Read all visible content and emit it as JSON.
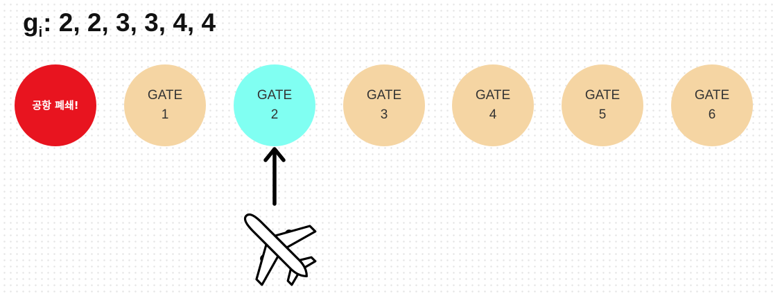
{
  "title": {
    "prefix": "g",
    "subscript": "i",
    "sequence": ": 2, 2, 3, 3, 4, 4"
  },
  "closed_node": {
    "label": "공항 폐쇄!",
    "color": "#e8141f"
  },
  "gates": [
    {
      "label": "GATE",
      "number": "1",
      "active": false
    },
    {
      "label": "GATE",
      "number": "2",
      "active": true
    },
    {
      "label": "GATE",
      "number": "3",
      "active": false
    },
    {
      "label": "GATE",
      "number": "4",
      "active": false
    },
    {
      "label": "GATE",
      "number": "5",
      "active": false
    },
    {
      "label": "GATE",
      "number": "6",
      "active": false
    }
  ],
  "colors": {
    "gate": "#f5d5a3",
    "active_gate": "#80fff2",
    "arrow": "#000000"
  },
  "icons": {
    "plane": "airplane-icon",
    "arrow": "arrow-up-icon"
  }
}
